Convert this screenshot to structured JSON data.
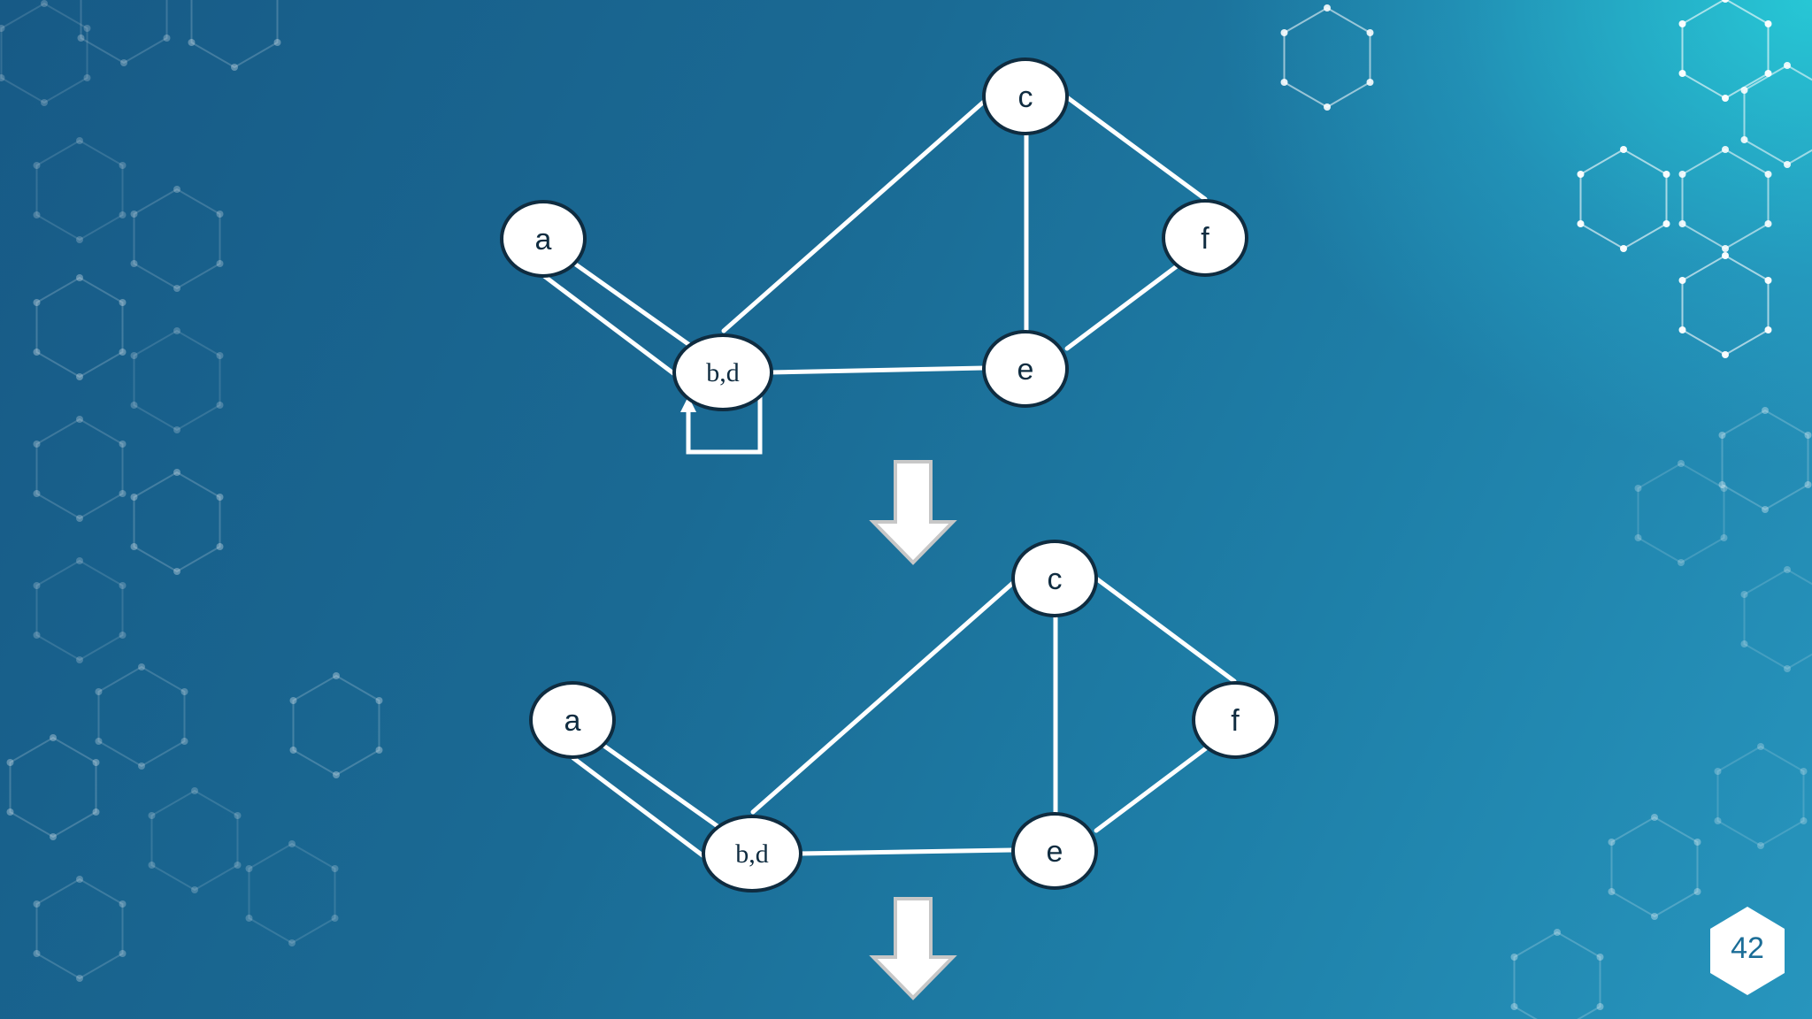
{
  "slide": {
    "page_number": "42"
  },
  "colors": {
    "background_dark": "#175a86",
    "background_light": "#2795bd",
    "accent_glow": "#28d2dc",
    "edge": "#ffffff",
    "node_fill": "#ffffff",
    "node_stroke": "#0f2c40",
    "arrow_fill": "#ffffff",
    "arrow_stroke": "#c9c9c9"
  },
  "diagrams": [
    {
      "id": "graph-top",
      "nodes": {
        "a": "a",
        "bd": "b,d",
        "c": "c",
        "e": "e",
        "f": "f"
      },
      "edges": [
        [
          "a",
          "b,d"
        ],
        [
          "a",
          "b,d"
        ],
        [
          "b,d",
          "c"
        ],
        [
          "b,d",
          "e"
        ],
        [
          "c",
          "e"
        ],
        [
          "c",
          "f"
        ],
        [
          "e",
          "f"
        ],
        [
          "b,d",
          "b,d"
        ]
      ]
    },
    {
      "id": "graph-bottom",
      "nodes": {
        "a": "a",
        "bd": "b,d",
        "c": "c",
        "e": "e",
        "f": "f"
      },
      "edges": [
        [
          "a",
          "b,d"
        ],
        [
          "a",
          "b,d"
        ],
        [
          "b,d",
          "c"
        ],
        [
          "b,d",
          "e"
        ],
        [
          "c",
          "e"
        ],
        [
          "c",
          "f"
        ],
        [
          "e",
          "f"
        ]
      ]
    }
  ]
}
